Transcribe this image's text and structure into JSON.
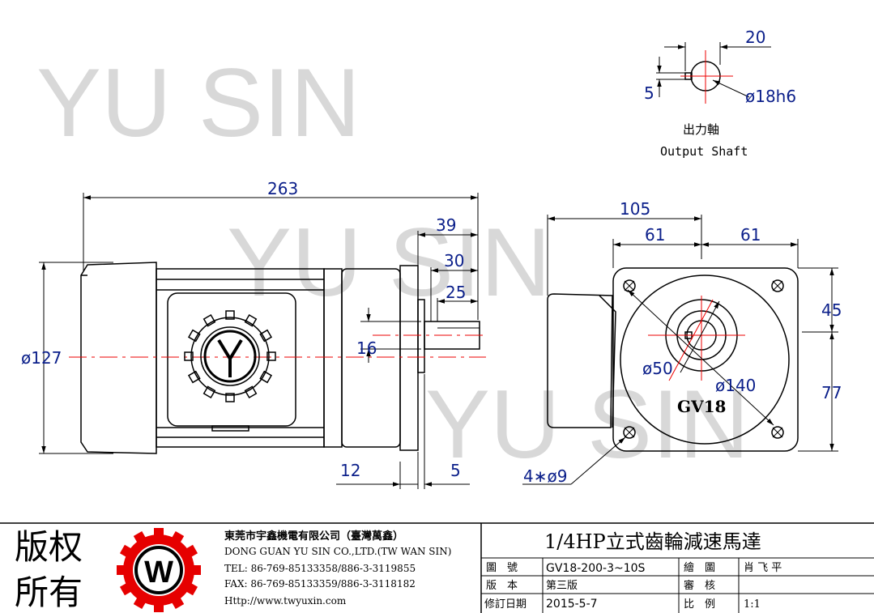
{
  "watermark": "YU SIN",
  "output_shaft": {
    "title_cn": "出力軸",
    "title_en": "Output Shaft",
    "dim_key_depth": "20",
    "dim_key_width": "5",
    "dim_diameter": "ø18h6"
  },
  "side_view": {
    "dim_total_length": "263",
    "dim_39": "39",
    "dim_30": "30",
    "dim_25": "25",
    "dim_16": "16",
    "dim_diameter": "ø127",
    "dim_12": "12",
    "dim_5": "5"
  },
  "front_view": {
    "dim_105": "105",
    "dim_61_left": "61",
    "dim_61_right": "61",
    "dim_45": "45",
    "dim_77": "77",
    "dim_50": "ø50",
    "dim_140": "ø140",
    "model_mark": "GV18",
    "holes": "4∗ø9"
  },
  "title_block": {
    "copyright_line1": "版权",
    "copyright_line2": "所有",
    "logo_letter": "W",
    "company_cn": "東莞市宇鑫機電有限公司（臺灣萬鑫）",
    "company_en": "DONG GUAN YU SIN CO.,LTD.(TW WAN SIN)",
    "tel": "TEL: 86-769-85133358/886-3-3119855",
    "fax": "FAX: 86-769-85133359/886-3-3118182",
    "web": "Http://www.twyuxin.com",
    "product_title": "1/4HP立式齒輪減速馬達",
    "rows": [
      {
        "label": "圖　號",
        "value": "GV18-200-3~10S",
        "label2": "繪　圖",
        "value2": "肖 飞 平"
      },
      {
        "label": "版　本",
        "value": "第三版",
        "label2": "審　核",
        "value2": ""
      },
      {
        "label": "修訂日期",
        "value": "2015-5-7",
        "label2": "比　例",
        "value2": "1:1"
      }
    ]
  }
}
